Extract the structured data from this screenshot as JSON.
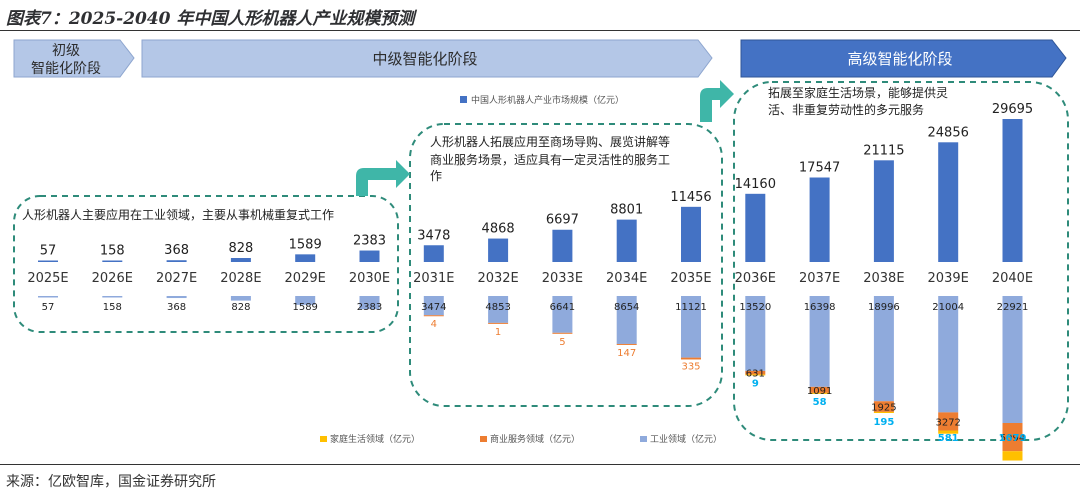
{
  "figure_title": "图表7：2025-2040 年中国人形机器人产业规模预测",
  "source": "来源：亿欧智库，国金证券研究所",
  "stages": {
    "primary": [
      "初级",
      "智能化阶段"
    ],
    "middle": "中级智能化阶段",
    "advanced": "高级智能化阶段"
  },
  "annotations": {
    "industrial": "人形机器人主要应用在工业领域，主要从事机械重复式工作",
    "commercial": [
      "人形机器人拓展应用至商场导购、展览讲解等",
      "商业服务场景，适应具有一定灵活性的服务工",
      "作"
    ],
    "household": [
      "拓展至家庭生活场景，能够提供灵",
      "活、非重复劳动性的多元服务"
    ]
  },
  "colors": {
    "total": "#4472c4",
    "industrial": "#8faadc",
    "commercial": "#ed7d31",
    "household": "#ffc000",
    "household_label": "#00b0f0",
    "commercial_label": "#ed7d31",
    "stage_fill_light": "#b4c7e7",
    "stage_fill_dark": "#4472c4",
    "arrow": "#3fb6a8",
    "dashed": "#2e8b7a"
  },
  "chart_data": {
    "type": "bar",
    "categories": [
      "2025E",
      "2026E",
      "2027E",
      "2028E",
      "2029E",
      "2030E",
      "2031E",
      "2032E",
      "2033E",
      "2034E",
      "2035E",
      "2036E",
      "2037E",
      "2038E",
      "2039E",
      "2040E"
    ],
    "series": [
      {
        "name": "中国人形机器人产业市场规模（亿元）",
        "values": [
          57,
          158,
          368,
          828,
          1589,
          2383,
          3478,
          4868,
          6697,
          8801,
          11456,
          14160,
          17547,
          21115,
          24856,
          29695
        ]
      },
      {
        "name": "工业领域（亿元）",
        "values": [
          57,
          158,
          368,
          828,
          1589,
          2383,
          3474,
          4853,
          6641,
          8654,
          11121,
          13520,
          16398,
          18996,
          21004,
          22921
        ]
      },
      {
        "name": "商业服务领域（亿元）",
        "values": [
          0,
          0,
          0,
          0,
          0,
          0,
          4,
          1,
          5,
          147,
          335,
          631,
          1091,
          1925,
          3272,
          5094
        ]
      },
      {
        "name": "家庭生活领域（亿元）",
        "values": [
          0,
          0,
          0,
          0,
          0,
          0,
          0,
          0,
          0,
          0,
          0,
          9,
          58,
          195,
          581,
          1679
        ]
      }
    ],
    "industrial_labels": [
      "57",
      "158",
      "368",
      "828",
      "1589",
      "2383",
      "3474",
      "4853",
      "6641",
      "8654",
      "11121",
      "13520",
      "16398",
      "18996",
      "21004",
      "22921"
    ],
    "commercial_labels": [
      "",
      "",
      "",
      "",
      "",
      "",
      "4",
      "1",
      "5",
      "147",
      "335",
      "631",
      "1091",
      "1925",
      "3272",
      "5094"
    ],
    "household_labels": [
      "",
      "",
      "",
      "",
      "",
      "",
      "",
      "",
      "",
      "",
      "",
      "9",
      "58",
      "195",
      "581",
      "1679"
    ],
    "legend_top": "中国人形机器人产业市场规模（亿元）",
    "legend_bottom": [
      "家庭生活领域（亿元）",
      "商业服务领域（亿元）",
      "工业领域（亿元）"
    ]
  }
}
